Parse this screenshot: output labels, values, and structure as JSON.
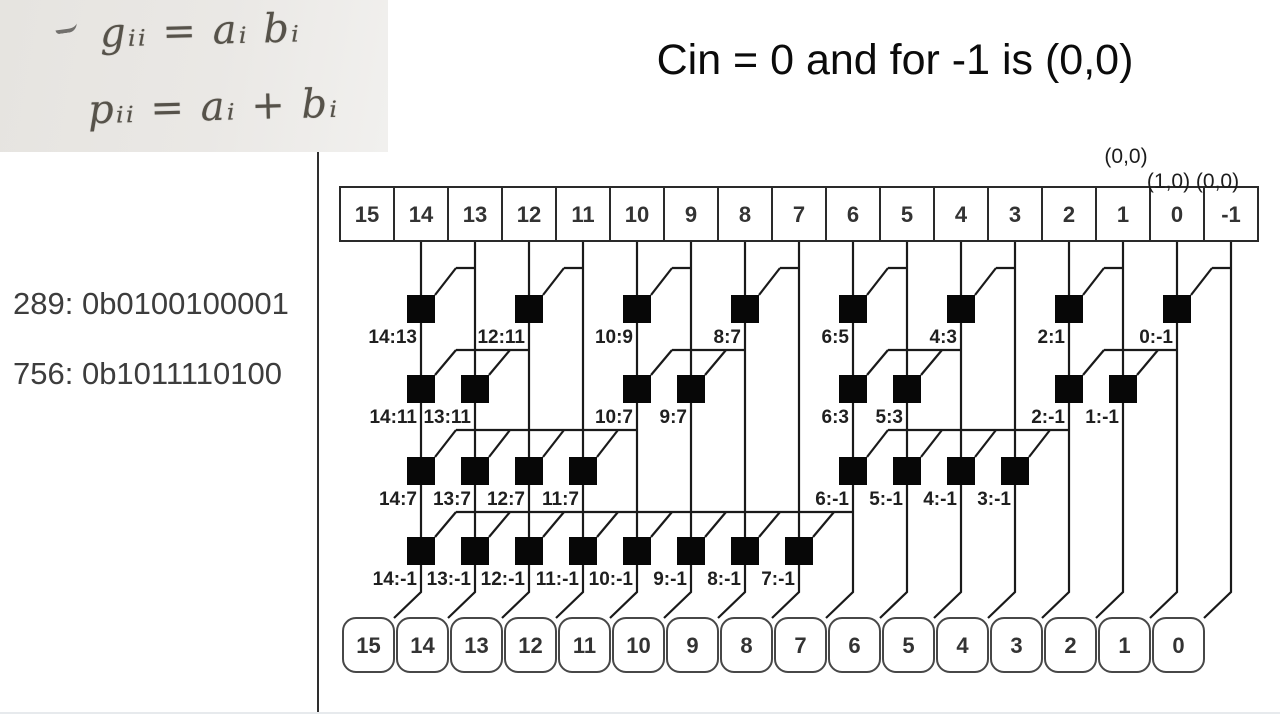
{
  "note": {
    "line1": "gᵢᵢ = aᵢ bᵢ",
    "line2": "pᵢᵢ = aᵢ + bᵢ"
  },
  "title": "Cin = 0 and for -1 is (0,0)",
  "left_values": {
    "line1": "289: 0b0100100001",
    "line2": "756: 0b1011110100"
  },
  "colors": {
    "wire": "#1a1a1a",
    "node_fill": "#070707",
    "top_box_stroke": "#2a2a2a",
    "bottom_box_stroke": "#474747",
    "digit": "#333333",
    "label": "#1f1f1f",
    "paper": "#e9e7e4"
  },
  "diagram": {
    "top_boxes": [
      "15",
      "14",
      "13",
      "12",
      "11",
      "10",
      "9",
      "8",
      "7",
      "6",
      "5",
      "4",
      "3",
      "2",
      "1",
      "0",
      "-1"
    ],
    "bottom_boxes": [
      "15",
      "14",
      "13",
      "12",
      "11",
      "10",
      "9",
      "8",
      "7",
      "6",
      "5",
      "4",
      "3",
      "2",
      "1",
      "0"
    ],
    "wires": [
      14,
      13,
      12,
      11,
      10,
      9,
      8,
      7,
      6,
      5,
      4,
      3,
      2,
      1,
      0,
      -1
    ],
    "annotations": [
      {
        "text": "(0,0)"
      },
      {
        "text": "(1,0) (0,0)"
      }
    ],
    "groups": [
      {
        "row": 0,
        "src": 13,
        "nodes": [
          {
            "wire": 14,
            "label": "14:13"
          }
        ]
      },
      {
        "row": 0,
        "src": 11,
        "nodes": [
          {
            "wire": 12,
            "label": "12:11"
          }
        ]
      },
      {
        "row": 0,
        "src": 9,
        "nodes": [
          {
            "wire": 10,
            "label": "10:9"
          }
        ]
      },
      {
        "row": 0,
        "src": 7,
        "nodes": [
          {
            "wire": 8,
            "label": "8:7"
          }
        ]
      },
      {
        "row": 0,
        "src": 5,
        "nodes": [
          {
            "wire": 6,
            "label": "6:5"
          }
        ]
      },
      {
        "row": 0,
        "src": 3,
        "nodes": [
          {
            "wire": 4,
            "label": "4:3"
          }
        ]
      },
      {
        "row": 0,
        "src": 1,
        "nodes": [
          {
            "wire": 2,
            "label": "2:1"
          }
        ]
      },
      {
        "row": 0,
        "src": -1,
        "nodes": [
          {
            "wire": 0,
            "label": "0:-1"
          }
        ]
      },
      {
        "row": 1,
        "src": 12,
        "nodes": [
          {
            "wire": 14,
            "label": "14:11"
          },
          {
            "wire": 13,
            "label": "13:11"
          }
        ]
      },
      {
        "row": 1,
        "src": 8,
        "nodes": [
          {
            "wire": 10,
            "label": "10:7"
          },
          {
            "wire": 9,
            "label": "9:7"
          }
        ]
      },
      {
        "row": 1,
        "src": 4,
        "nodes": [
          {
            "wire": 6,
            "label": "6:3"
          },
          {
            "wire": 5,
            "label": "5:3"
          }
        ]
      },
      {
        "row": 1,
        "src": 0,
        "nodes": [
          {
            "wire": 2,
            "label": "2:-1"
          },
          {
            "wire": 1,
            "label": "1:-1"
          }
        ]
      },
      {
        "row": 2,
        "src": 10,
        "nodes": [
          {
            "wire": 14,
            "label": "14:7"
          },
          {
            "wire": 13,
            "label": "13:7"
          },
          {
            "wire": 12,
            "label": "12:7"
          },
          {
            "wire": 11,
            "label": "11:7"
          }
        ]
      },
      {
        "row": 2,
        "src": 2,
        "nodes": [
          {
            "wire": 6,
            "label": "6:-1"
          },
          {
            "wire": 5,
            "label": "5:-1"
          },
          {
            "wire": 4,
            "label": "4:-1"
          },
          {
            "wire": 3,
            "label": "3:-1"
          }
        ]
      },
      {
        "row": 3,
        "src": 6,
        "nodes": [
          {
            "wire": 14,
            "label": "14:-1"
          },
          {
            "wire": 13,
            "label": "13:-1"
          },
          {
            "wire": 12,
            "label": "12:-1"
          },
          {
            "wire": 11,
            "label": "11:-1"
          },
          {
            "wire": 10,
            "label": "10:-1"
          },
          {
            "wire": 9,
            "label": "9:-1"
          },
          {
            "wire": 8,
            "label": "8:-1"
          },
          {
            "wire": 7,
            "label": "7:-1"
          }
        ]
      }
    ]
  }
}
